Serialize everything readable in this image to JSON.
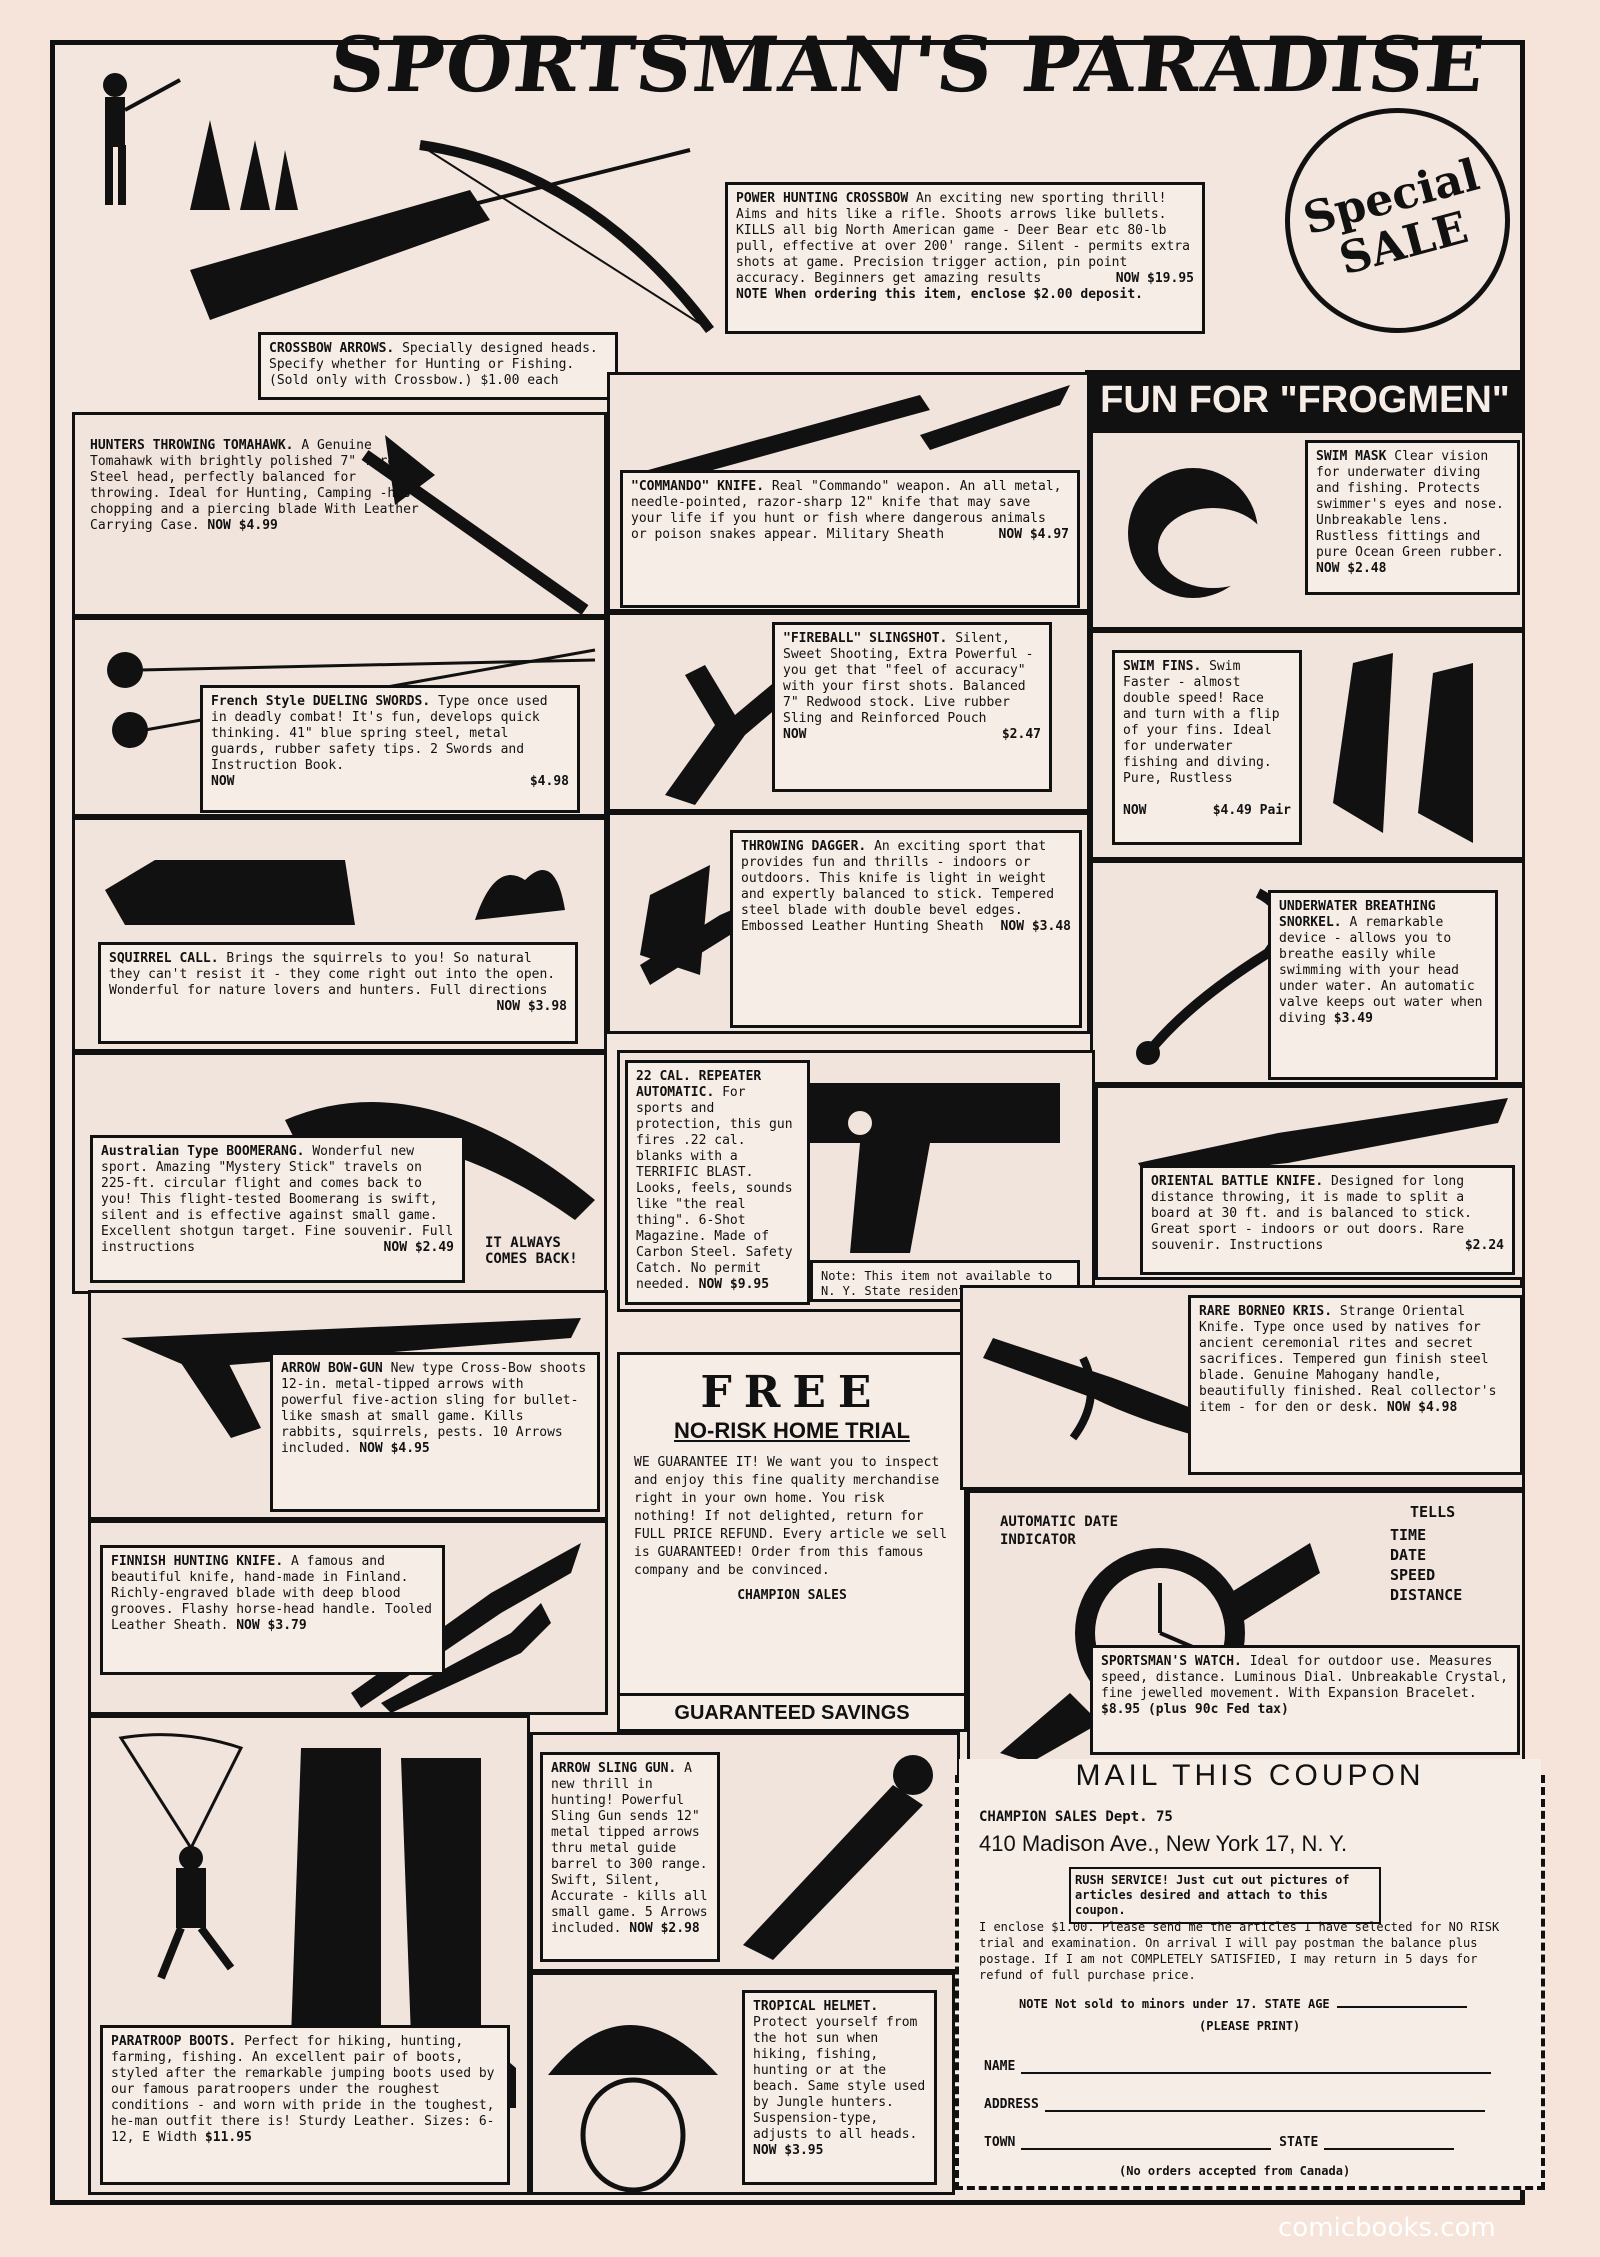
{
  "header": {
    "title": "SPORTSMAN'S PARADISE",
    "special_sale": "Special SALE"
  },
  "frogmen_banner": "FUN FOR \"FROGMEN\"",
  "items": {
    "crossbow": {
      "name": "POWER HUNTING CROSSBOW",
      "text": "An exciting new sporting thrill! Aims and hits like a rifle. Shoots arrows like bullets. KILLS all big North American game - Deer Bear etc 80-lb pull, effective at over 200' range. Silent - permits extra shots at game. Precision trigger action, pin point accuracy. Beginners get amazing results",
      "price": "NOW $19.95",
      "note": "NOTE When ordering this item, enclose $2.00 deposit."
    },
    "crossbow_arrows": {
      "name": "CROSSBOW ARROWS.",
      "text": "Specially designed heads. Specify whether for Hunting or Fishing. (Sold only with Crossbow.) $1.00 each"
    },
    "tomahawk": {
      "name": "HUNTERS THROWING TOMAHAWK.",
      "text": "A Genuine Tomahawk with brightly polished 7\" forged Steel head, perfectly balanced for throwing. Ideal for Hunting, Camping -has a chopping and a piercing blade With Leather Carrying Case.",
      "price": "NOW $4.99"
    },
    "commando": {
      "name": "\"COMMANDO\" KNIFE.",
      "text": "Real \"Commando\" weapon. An all metal, needle-pointed, razor-sharp 12\" knife that may save your life if you hunt or fish where dangerous animals or poison snakes appear. Military Sheath",
      "price": "NOW $4.97"
    },
    "swim_mask": {
      "name": "SWIM MASK",
      "text": "Clear vision for underwater diving and fishing. Protects swimmer's eyes and nose. Unbreakable lens. Rustless fittings and pure Ocean Green rubber.",
      "price": "NOW $2.48"
    },
    "swords": {
      "name": "French Style DUELING SWORDS.",
      "text": "Type once used in deadly combat! It's fun, develops quick thinking. 41\" blue spring steel, metal guards, rubber safety tips. 2 Swords and Instruction Book.",
      "price_label": "NOW",
      "price": "$4.98"
    },
    "slingshot": {
      "name": "\"FIREBALL\" SLINGSHOT.",
      "text": "Silent, Sweet Shooting, Extra Powerful - you get that \"feel of accuracy\" with your first shots. Balanced 7\" Redwood stock. Live rubber Sling and Reinforced Pouch",
      "price_label": "NOW",
      "price": "$2.47"
    },
    "swim_fins": {
      "name": "SWIM FINS.",
      "text": "Swim Faster - almost double speed! Race and turn with a flip of your fins. Ideal for underwater fishing and diving. Pure, Rustless",
      "price_label": "NOW",
      "price": "$4.49 Pair"
    },
    "squirrel": {
      "name": "SQUIRREL CALL.",
      "text": "Brings the squirrels to you! So natural they can't resist it - they come right out into the open. Wonderful for nature lovers and hunters. Full directions",
      "price": "NOW $3.98"
    },
    "dagger": {
      "name": "THROWING DAGGER.",
      "text": "An exciting sport that provides fun and thrills - indoors or outdoors. This knife is light in weight and expertly balanced to stick. Tempered steel blade with double bevel edges. Embossed Leather Hunting Sheath",
      "price": "NOW $3.48"
    },
    "snorkel": {
      "name": "UNDERWATER BREATHING SNORKEL.",
      "text": "A remarkable device - allows you to breathe easily while swimming with your head under water. An automatic valve keeps out water when diving",
      "price": "$3.49"
    },
    "boomerang": {
      "name": "Australian Type BOOMERANG.",
      "text": "Wonderful new sport. Amazing \"Mystery Stick\" travels on 225-ft. circular flight and comes back to you! This flight-tested Boomerang is swift, silent and is effective against small game. Excellent shotgun target. Fine souvenir. Full instructions",
      "price": "NOW $2.49",
      "caption": "IT ALWAYS COMES BACK!"
    },
    "repeater": {
      "name": "22 CAL. REPEATER AUTOMATIC.",
      "text": "For sports and protection, this gun fires .22 cal. blanks with a TERRIFIC BLAST. Looks, feels, sounds like \"the real thing\". 6-Shot Magazine. Made of Carbon Steel. Safety Catch. No permit needed.",
      "price": "NOW $9.95",
      "note": "Note: This item not available to N. Y. State residents."
    },
    "oriental_knife": {
      "name": "ORIENTAL BATTLE KNIFE.",
      "text": "Designed for long distance throwing, it is made to split a board at 30 ft. and is balanced to stick. Great sport - indoors or out doors. Rare souvenir. Instructions",
      "price": "$2.24"
    },
    "arrow_bow_gun": {
      "name": "ARROW BOW-GUN",
      "text": "New type Cross-Bow shoots 12-in. metal-tipped arrows with powerful five-action sling for bullet-like smash at small game. Kills rabbits, squirrels, pests. 10 Arrows included.",
      "price": "NOW $4.95"
    },
    "kris": {
      "name": "RARE BORNEO KRIS.",
      "text": "Strange Oriental Knife. Type once used by natives for ancient ceremonial rites and secret sacrifices. Tempered gun finish steel blade. Genuine Mahogany handle, beautifully finished. Real collector's item - for den or desk.",
      "price": "NOW $4.98"
    },
    "finnish": {
      "name": "FINNISH HUNTING KNIFE.",
      "text": "A famous and beautiful knife, hand-made in Finland. Richly-engraved blade with deep blood grooves. Flashy horse-head handle. Tooled Leather Sheath.",
      "price": "NOW $3.79"
    },
    "watch": {
      "callout": "AUTOMATIC DATE INDICATOR",
      "tells": "TELLS",
      "features": [
        "TIME",
        "DATE",
        "SPEED",
        "DISTANCE"
      ],
      "name": "SPORTSMAN'S WATCH.",
      "text": "Ideal for outdoor use. Measures speed, distance. Luminous Dial. Unbreakable Crystal, fine jewelled movement. With Expansion Bracelet.",
      "price": "$8.95 (plus 90c Fed tax)"
    },
    "arrow_sling": {
      "name": "ARROW SLING GUN.",
      "text": "A new thrill in hunting! Powerful Sling Gun sends 12\" metal tipped arrows thru metal guide barrel to 300 range. Swift, Silent, Accurate - kills all small game. 5 Arrows included.",
      "price": "NOW $2.98"
    },
    "boots": {
      "name": "PARATROOP BOOTS.",
      "text": "Perfect for hiking, hunting, farming, fishing. An excellent pair of boots, styled after the remarkable jumping boots used by our famous paratroopers under the roughest conditions - and worn with pride in the toughest, he-man outfit there is! Sturdy Leather. Sizes: 6-12, E Width",
      "price": "$11.95"
    },
    "helmet": {
      "name": "TROPICAL HELMET.",
      "text": "Protect yourself from the hot sun when hiking, fishing, hunting or at the beach. Same style used by Jungle hunters. Suspension-type, adjusts to all heads.",
      "price": "NOW $3.95"
    }
  },
  "free_trial": {
    "title": "FREE",
    "subtitle": "NO-RISK HOME TRIAL",
    "text": "WE GUARANTEE IT! We want you to inspect and enjoy this fine quality merchandise right in your own home. You risk nothing! If not delighted, return for FULL PRICE REFUND. Every article we sell is GUARANTEED! Order from this famous company and be convinced.",
    "signature": "CHAMPION SALES",
    "footer": "GUARANTEED SAVINGS"
  },
  "coupon": {
    "title": "MAIL THIS COUPON",
    "dept": "CHAMPION SALES Dept. 75",
    "address": "410 Madison Ave., New York 17, N. Y.",
    "rush": "RUSH SERVICE! Just cut out pictures of articles desired and attach to this coupon.",
    "body": "I enclose $1.00. Please send me the articles I have selected for NO RISK trial and examination. On arrival I will pay postman the balance plus postage. If I am not COMPLETELY SATISFIED, I may return in 5 days for refund of full purchase price.",
    "note": "NOTE Not sold to minors under 17. STATE AGE",
    "print": "(PLEASE PRINT)",
    "name_label": "NAME",
    "address_label": "ADDRESS",
    "town_label": "TOWN",
    "state_label": "STATE",
    "canada": "(No orders accepted from Canada)"
  },
  "watermark": "comicbooks.com"
}
